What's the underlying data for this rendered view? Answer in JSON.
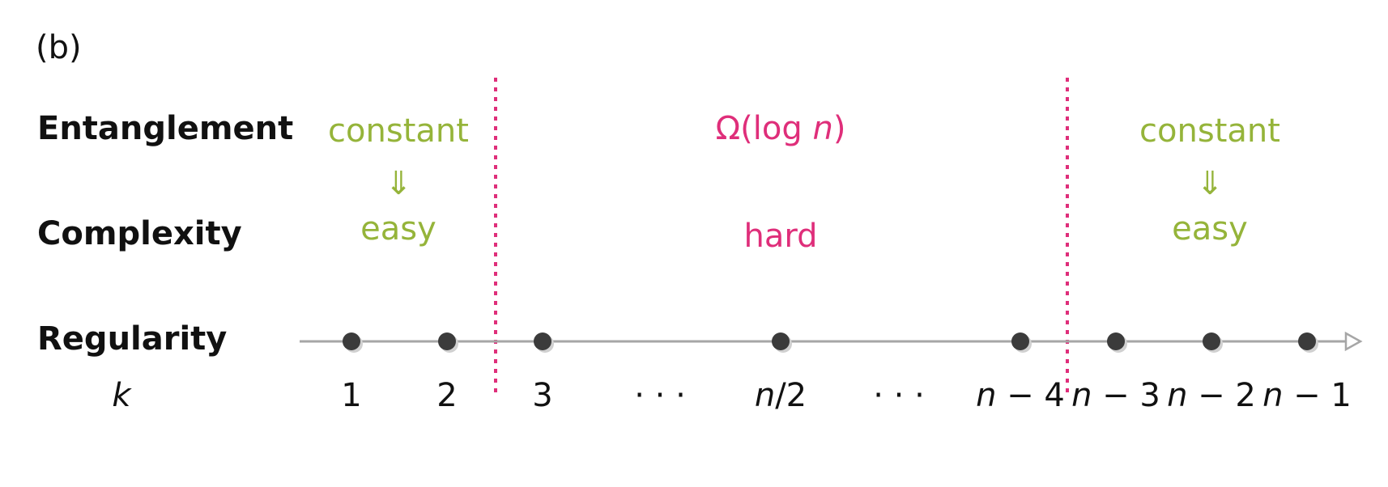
{
  "panel_label": "(b)",
  "rows": {
    "entanglement": "Entanglement",
    "complexity": "Complexity",
    "regularity": "Regularity",
    "k": "k"
  },
  "regions": {
    "left": {
      "entanglement": "constant",
      "arrow": "⇓",
      "complexity": "easy"
    },
    "middle": {
      "entanglement_prefix": "Ω(log ",
      "entanglement_var": "n",
      "entanglement_suffix": ")",
      "complexity": "hard"
    },
    "right": {
      "entanglement": "constant",
      "arrow": "⇓",
      "complexity": "easy"
    }
  },
  "axis_ticks": [
    {
      "label": "1",
      "dot": true
    },
    {
      "label": "2",
      "dot": true
    },
    {
      "label": "3",
      "dot": true
    },
    {
      "label": "· · ·",
      "dot": false
    },
    {
      "label": "n/2",
      "dot": true
    },
    {
      "label": "· · ·",
      "dot": false
    },
    {
      "label": "n − 4",
      "dot": true
    },
    {
      "label": "n − 3",
      "dot": true
    },
    {
      "label": "n − 2",
      "dot": true
    },
    {
      "label": "n − 1",
      "dot": true
    }
  ],
  "colors": {
    "easy": "#95b43a",
    "hard": "#df2e7a",
    "axis": "#a6a6a6",
    "dot": "#3b3b3b",
    "divider": "#df2e7a"
  }
}
